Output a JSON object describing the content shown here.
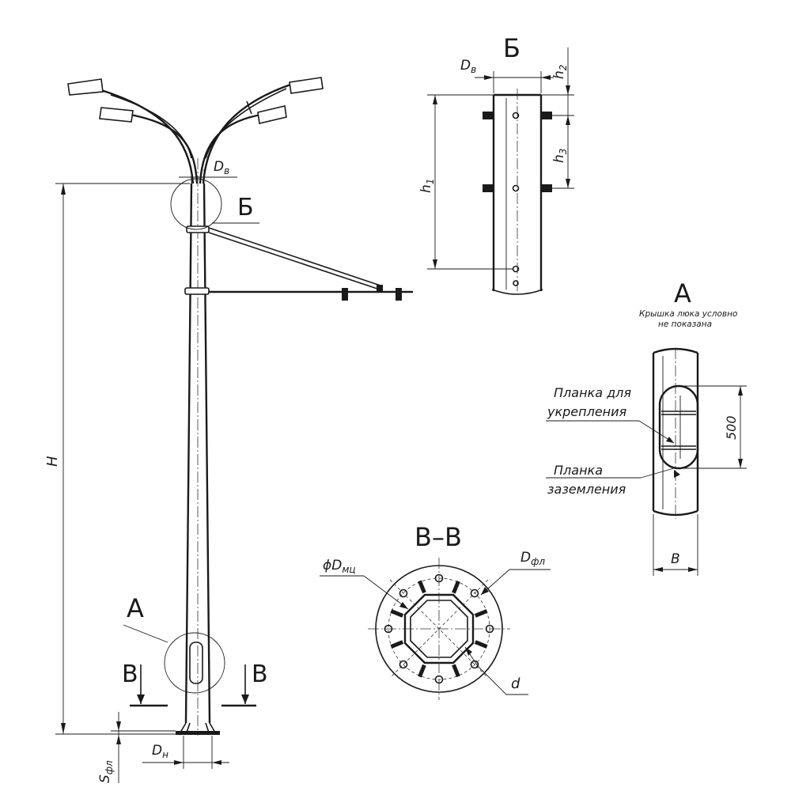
{
  "views": {
    "b_title": "Б",
    "b_marker": "Б",
    "a_title": "А",
    "a_marker": "А",
    "vv_title": "В–В",
    "cut_left": "В",
    "cut_right": "В"
  },
  "notes": {
    "hatch_cover": [
      "Крышка люка условно",
      "не показана"
    ],
    "mount_plate": [
      "Планка для",
      "укрепления"
    ],
    "ground_plate": [
      "Планка",
      "заземления"
    ]
  },
  "dims": {
    "H": "H",
    "Dv_main": "D",
    "Dv_main_sub": "в",
    "Dv_detail": "D",
    "Dv_detail_sub": "в",
    "h1": "h",
    "h1_sub": "1",
    "h2": "h",
    "h2_sub": "2",
    "h3": "h",
    "h3_sub": "3",
    "Dn": "D",
    "Dn_sub": "н",
    "Sfl": "S",
    "Sfl_sub": "фл",
    "hatch_len": "500",
    "B": "B",
    "Dmc_pre": "ϕD",
    "Dmc_sub": "мц",
    "Dfl": "D",
    "Dfl_sub": "фл",
    "d": "d"
  }
}
